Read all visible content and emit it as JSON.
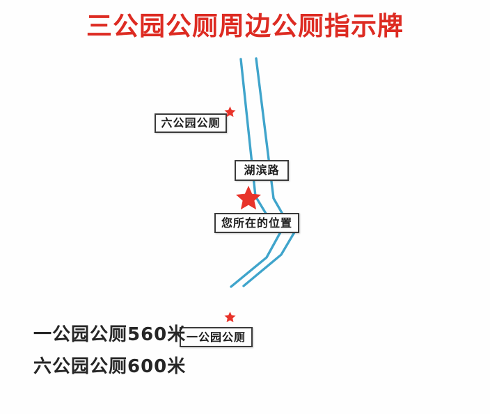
{
  "page": {
    "title": "三公园公厕周边公厕指示牌",
    "title_color": "#dd2b22",
    "background_color": "#fefefe"
  },
  "map": {
    "road_color": "#3fa4cb",
    "star_color": "#e8332a",
    "label_border_color": "#3a3a3a",
    "labels": [
      {
        "id": "six-park",
        "text": "六公园公厕"
      },
      {
        "id": "hubin-road",
        "text": "湖滨路"
      },
      {
        "id": "your-loc",
        "text": "您所在的位置"
      },
      {
        "id": "one-park",
        "text": "一公园公厕"
      }
    ],
    "markers": [
      {
        "id": "star-six-park",
        "name": "六公园公厕",
        "size": "small"
      },
      {
        "id": "star-you-here",
        "name": "您所在的位置",
        "size": "large"
      },
      {
        "id": "star-one-park",
        "name": "一公园公厕",
        "size": "small"
      }
    ]
  },
  "distances": [
    {
      "destination": "一公园公厕",
      "distance": "560米",
      "line": "一公园公厕560米"
    },
    {
      "destination": "六公园公厕",
      "distance": "600米",
      "line": "六公园公厕600米"
    }
  ]
}
